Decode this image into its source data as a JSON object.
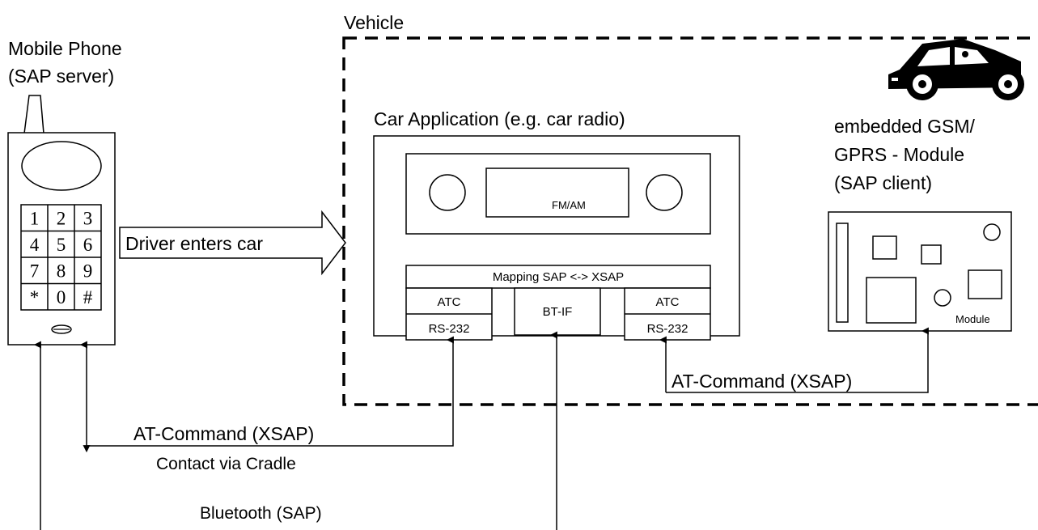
{
  "vehicle": {
    "label": "Vehicle"
  },
  "phone": {
    "title_line1": "Mobile Phone",
    "title_line2": "(SAP server)",
    "keys": [
      "1",
      "2",
      "3",
      "4",
      "5",
      "6",
      "7",
      "8",
      "9",
      "*",
      "0",
      "#"
    ]
  },
  "car_app": {
    "title": "Car Application (e.g. car radio)",
    "radio_display": "FM/AM",
    "mapping": "Mapping SAP <-> XSAP",
    "left_atc": "ATC",
    "left_rs": "RS-232",
    "bt_if": "BT-IF",
    "right_atc": "ATC",
    "right_rs": "RS-232"
  },
  "gsm": {
    "line1": "embedded GSM/",
    "line2": "GPRS - Module",
    "line3": "(SAP client)",
    "module_label": "Module"
  },
  "arrow_label": "Driver enters car",
  "connections": {
    "inner_at_command": "AT-Command (XSAP)",
    "outer_at_command": "AT-Command (XSAP)",
    "cradle": "Contact via Cradle",
    "bluetooth": "Bluetooth (SAP)"
  },
  "icons": {
    "car": "car-icon"
  }
}
